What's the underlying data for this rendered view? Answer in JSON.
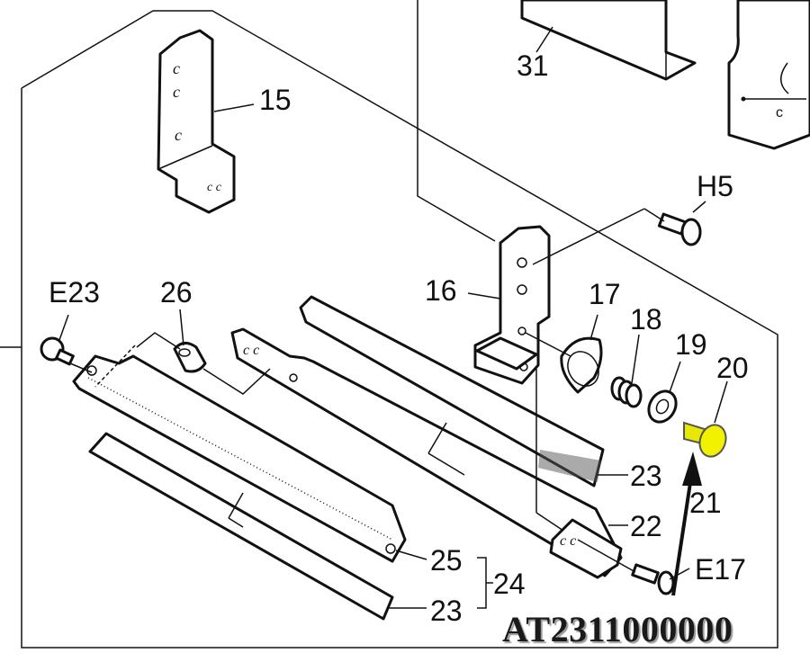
{
  "labels": {
    "p31": "31",
    "p15": "15",
    "pH5": "H5",
    "p16": "16",
    "p17": "17",
    "p18": "18",
    "p19": "19",
    "p20": "20",
    "pE23": "E23",
    "p26": "26",
    "p23a": "23",
    "p21": "21",
    "p22": "22",
    "pE17": "E17",
    "p25": "25",
    "p24": "24",
    "p23b": "23"
  },
  "stamp": "AT2311000000",
  "highlight_color": "#e8e800"
}
